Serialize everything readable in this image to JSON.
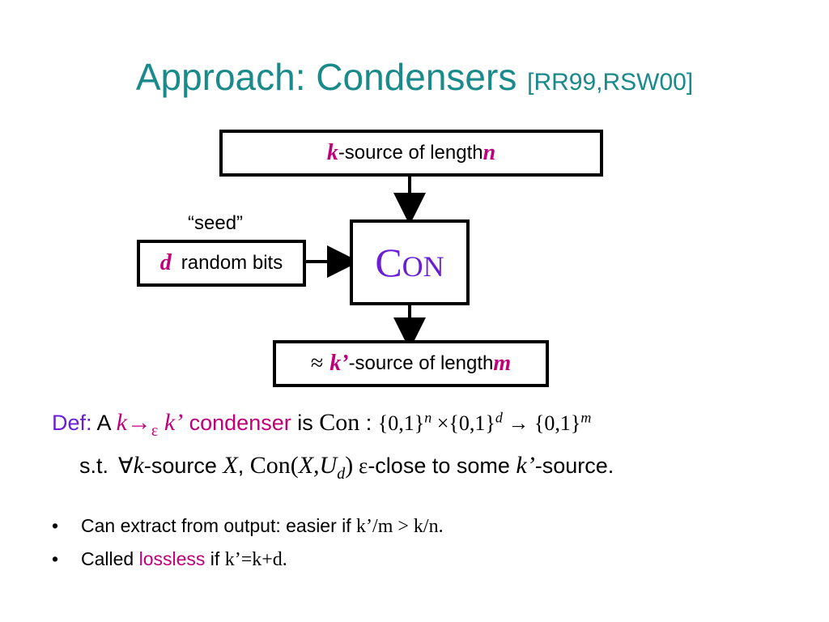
{
  "title": {
    "main": "Approach: Condensers ",
    "refs": "[RR99,RSW00]"
  },
  "diagram": {
    "input_box": {
      "var": "k",
      "text": "-source of length ",
      "var2": "n"
    },
    "seed_label": "“seed”",
    "seed_box": {
      "var": "d",
      "text": "random bits"
    },
    "con_box": {
      "first": "C",
      "rest": "ON"
    },
    "output_box": {
      "approx": "≈",
      "var": "k’",
      "text": "-source of length ",
      "var2": "m"
    }
  },
  "definition": {
    "prefix": "Def:",
    "a": " A ",
    "k": "k",
    "arrow": "→",
    "eps": "ε",
    "k2": " k’",
    "condenser": " condenser",
    "is": " is ",
    "con": "Con",
    "colon": " : ",
    "set1": "{0,1}",
    "n": "n",
    "times": " ×",
    "set2": "{0,1}",
    "d": "d",
    "to": " → ",
    "set3": "{0,1}",
    "m": "m",
    "st": "s.t.",
    "forall": "∀",
    "k3": "k",
    "source": "-source ",
    "X": "X",
    "comma": ", ",
    "con2": "Con(",
    "XU": "X,U",
    "sub_d": "d",
    "close_paren": ")",
    "eps2": " ε",
    "close_text": "-close to some ",
    "k4": "k’",
    "end": "-source."
  },
  "bullets": [
    {
      "text": "Can extract from output: easier if ",
      "math": "k’/m > k/n."
    },
    {
      "pre": "Called ",
      "highlight": "lossless",
      "mid": " if ",
      "math": "k’=k+d."
    }
  ],
  "colors": {
    "title": "#1a8a8a",
    "magenta": "#c0007a",
    "violet": "#6a1fd6"
  }
}
